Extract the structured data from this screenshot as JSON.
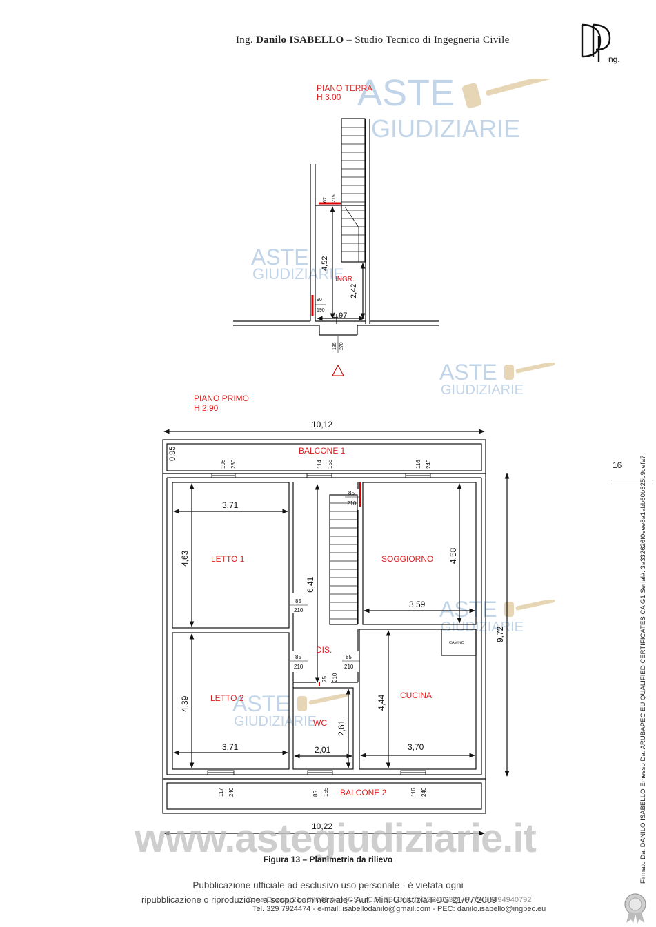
{
  "header": {
    "prefix": "Ing.",
    "name": "Danilo ISABELLO",
    "rest": "– Studio Tecnico di Ingegneria Civile",
    "logo_text": "ng."
  },
  "page_number": "16",
  "watermark": {
    "line1": "ASTE",
    "line2": "GIUDIZIARIE",
    "url": "www.astegiudiziarie.it"
  },
  "ground_floor": {
    "title": "PIANO TERRA",
    "height": "H 3.00",
    "room": "INGR.",
    "dims": {
      "d_452": "4,52",
      "d_242": "2,42",
      "d_197": "1,97",
      "door_top_w": "67",
      "door_top_h": "215",
      "door_side_w": "90",
      "door_side_h": "190",
      "entry_w": "135",
      "entry_h": "270"
    }
  },
  "first_floor": {
    "title": "PIANO PRIMO",
    "height": "H 2.90",
    "rooms": {
      "balcone1": "BALCONE 1",
      "balcone2": "BALCONE 2",
      "letto1": "LETTO 1",
      "letto2": "LETTO 2",
      "soggiorno": "SOGGIORNO",
      "cucina": "CUCINA",
      "dis": "DIS.",
      "wc": "WC",
      "camino": "CAMINO"
    },
    "dims": {
      "top_width": "10,12",
      "bottom_width": "10,22",
      "right_height": "9,72",
      "balcone_depth": "0,95",
      "letto1_w": "3,71",
      "letto1_h": "4,63",
      "letto2_w": "3,71",
      "letto2_h": "4,39",
      "soggiorno_w": "3,59",
      "soggiorno_h": "4,58",
      "cucina_w": "3,70",
      "cucina_h": "4,44",
      "dis_h": "6,41",
      "wc_w": "2,01",
      "wc_h": "2,61"
    },
    "openings": {
      "w1_w": "108",
      "w1_h": "230",
      "w2_w": "114",
      "w2_h": "155",
      "w3_w": "116",
      "w3_h": "240",
      "d_sog_w": "85",
      "d_sog_h": "210",
      "d_l1_w": "85",
      "d_l1_h": "210",
      "d_l2_w": "85",
      "d_l2_h": "210",
      "d_cu_w": "85",
      "d_cu_h": "210",
      "d_wc_w": "75",
      "d_wc_h": "210",
      "w4_w": "117",
      "w4_h": "240",
      "w5_w": "85",
      "w5_h": "155",
      "w6_w": "116",
      "w6_h": "240"
    }
  },
  "caption": "Figura 13 – Planimetria da rilievo",
  "footer": {
    "line1": "Pubblicazione ufficiale ad esclusivo uso personale - è vietata ogni",
    "line2": "ripubblicazione o riproduzione a scopo commerciale - Aut. Min. Giustizia PDG 21/07/2009",
    "line2b": "Zona Cozza, 21 - 87041 Acri (CS) - C.F. SBLDNL75D21A053Q - P.IVA 03094940792",
    "line3": "Tel. 329 7924474 - e-mail: isabellodanilo@gmail.com - PEC: danilo.isabello@ingpec.eu"
  },
  "signature": "Firmato Da: DANILO ISABELLO Emesso Da: ARUBAPEC EU QUALIFIED CERTIFICATES CA G1 Serial#: 3a332626f0eee8a1abb60b525b9cefa7"
}
